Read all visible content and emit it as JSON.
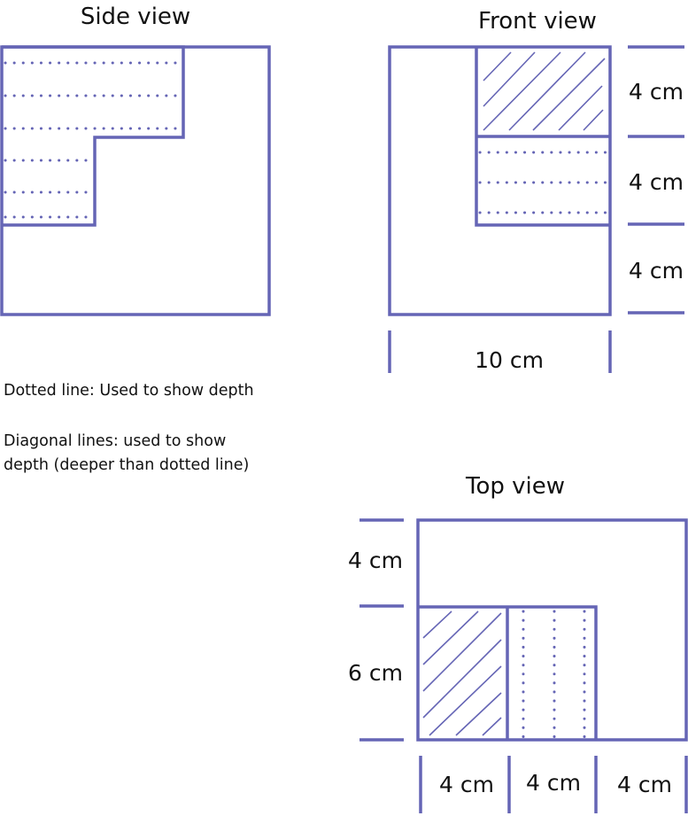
{
  "side_view": {
    "title": "Side view"
  },
  "front_view": {
    "title": "Front view",
    "right_labels": [
      "4 cm",
      "4 cm",
      "4 cm"
    ],
    "bottom_label": "10 cm"
  },
  "top_view": {
    "title": "Top view",
    "left_labels": [
      "4 cm",
      "6 cm"
    ],
    "bottom_labels": [
      "4 cm",
      "4 cm",
      "4 cm"
    ]
  },
  "legend": {
    "dotted": "Dotted line: Used to show depth",
    "diagonal_1": "Diagonal lines: used to show",
    "diagonal_2": "depth (deeper than dotted line)"
  },
  "colors": {
    "stroke": "#6565b5"
  }
}
